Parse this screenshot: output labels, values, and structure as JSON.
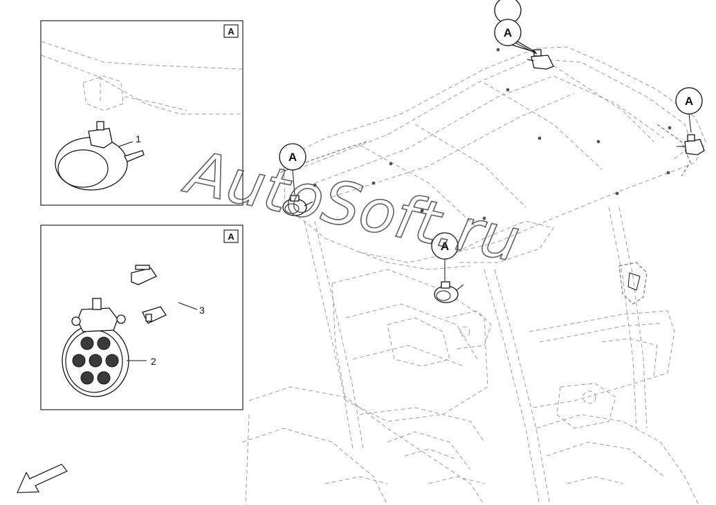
{
  "watermark": "AutoSoft.ru",
  "detail_boxes": [
    {
      "tag": "A",
      "parts": [
        {
          "number": "1"
        }
      ]
    },
    {
      "tag": "A",
      "parts": [
        {
          "number": "2"
        },
        {
          "number": "3"
        }
      ]
    }
  ],
  "callouts": [
    "A",
    "A",
    "A",
    "A"
  ],
  "icons": {
    "direction": "front-direction-arrow-icon",
    "work_lamp_oval": "oval-work-lamp-icon",
    "work_lamp_led": "round-led-work-lamp-icon",
    "harness": "wiring-harness-icon"
  }
}
